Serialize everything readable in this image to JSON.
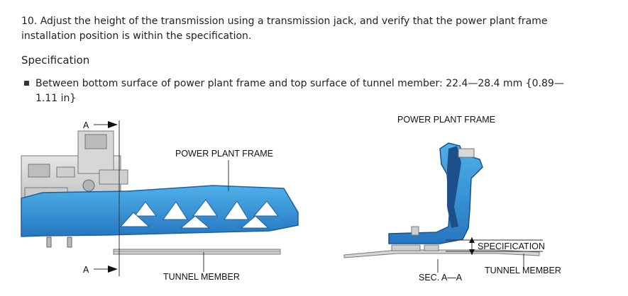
{
  "step": {
    "text": "10. Adjust the height of the transmission using a transmission jack, and verify that the power plant frame installation position is within the specification."
  },
  "specification": {
    "heading": "Specification",
    "bullet": "Between bottom surface of power plant frame and top surface of tunnel member: 22.4—28.4 mm {0.89—1.11 in}"
  },
  "figure": {
    "left": {
      "arrow_label_top": "A",
      "arrow_label_bottom": "A",
      "frame_label": "POWER PLANT FRAME",
      "tunnel_label": "TUNNEL MEMBER"
    },
    "right": {
      "frame_label": "POWER PLANT FRAME",
      "spec_label": "SPECIFICATION",
      "tunnel_label": "TUNNEL MEMBER",
      "section_label": "SEC. A—A"
    },
    "colors": {
      "frame_blue": "#2f97dc",
      "frame_dark": "#1d4f8a",
      "metal": "#c9c9c9"
    }
  }
}
